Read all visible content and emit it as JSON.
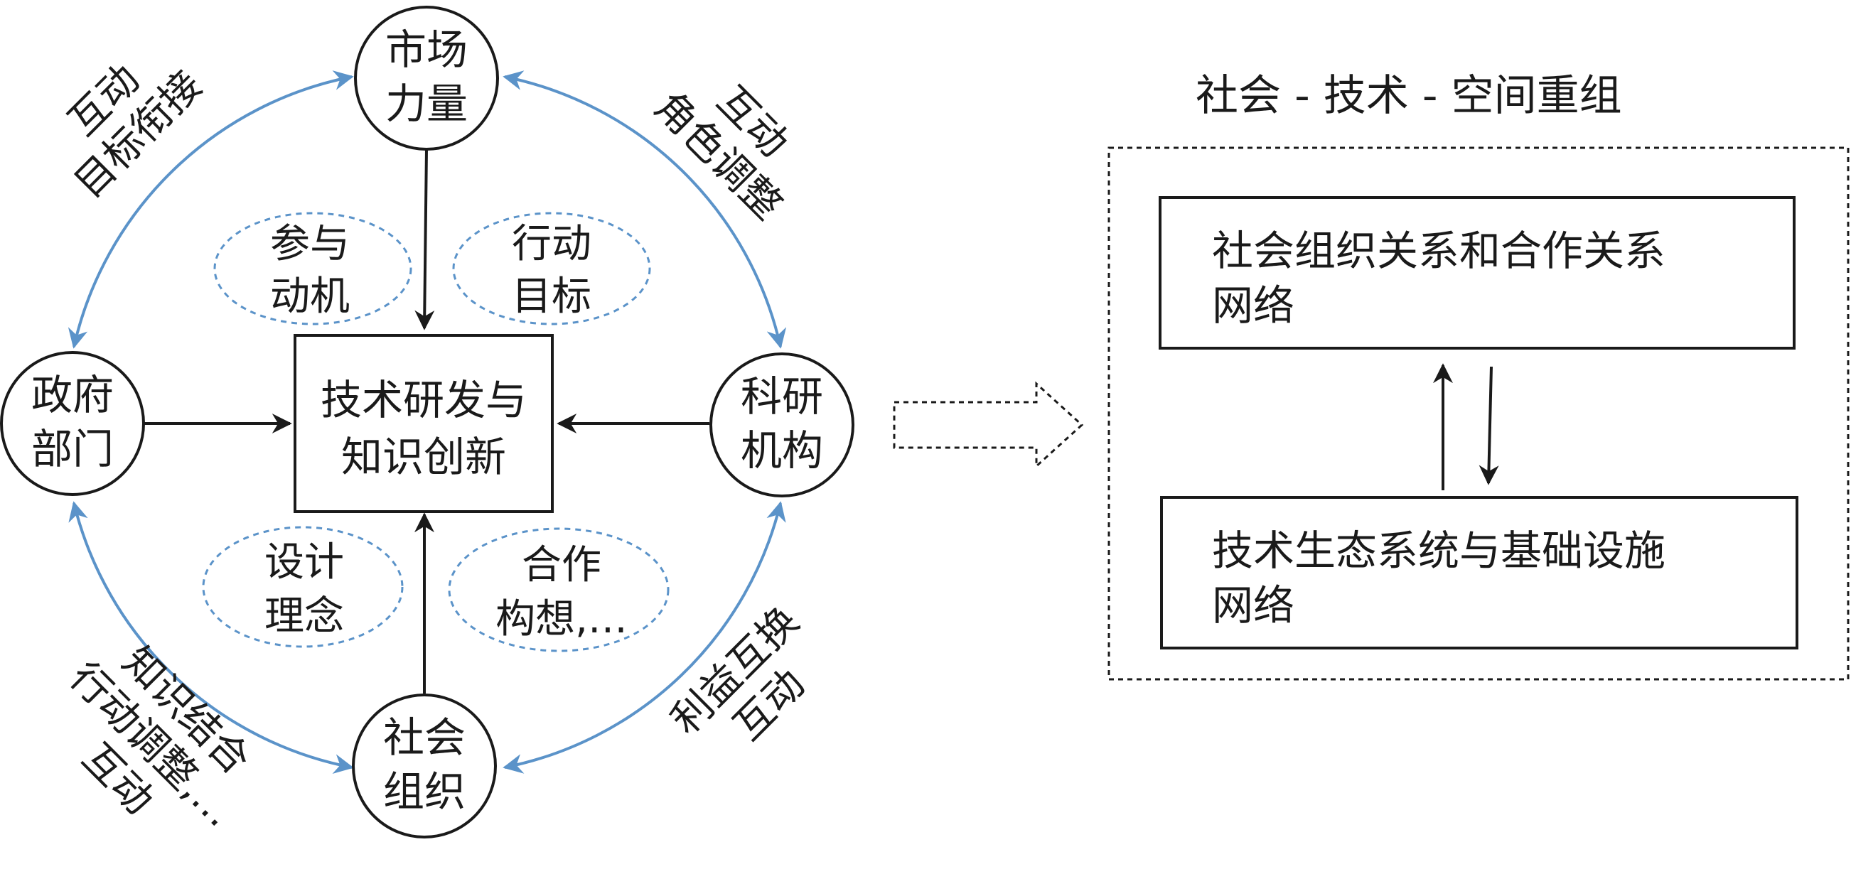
{
  "nodes": {
    "market": [
      "市场",
      "力量"
    ],
    "government": [
      "政府",
      "部门"
    ],
    "research": [
      "科研",
      "机构"
    ],
    "social": [
      "社会",
      "组织"
    ]
  },
  "center": [
    "技术研发与",
    "知识创新"
  ],
  "ovals": {
    "top_left": [
      "参与",
      "动机"
    ],
    "top_right": [
      "行动",
      "目标"
    ],
    "bottom_left": [
      "设计",
      "理念"
    ],
    "bottom_right": [
      "合作",
      "构想,…"
    ]
  },
  "edge_labels": {
    "top_left": [
      "互动",
      "目标衔接"
    ],
    "top_right": [
      "互动",
      "角色调整"
    ],
    "bottom_left": [
      "知识结合",
      "行动调整,…",
      "互动"
    ],
    "bottom_right": [
      "利益互换",
      "互动"
    ]
  },
  "right_panel": {
    "title": "社会 - 技术 - 空间重组",
    "box_top": [
      "社会组织关系和合作关系",
      "网络"
    ],
    "box_bottom": [
      "技术生态系统与基础设施",
      "网络"
    ]
  },
  "colors": {
    "ring": "#5b93c9",
    "stroke": "#1a1a1a",
    "oval": "#5b93c9"
  }
}
